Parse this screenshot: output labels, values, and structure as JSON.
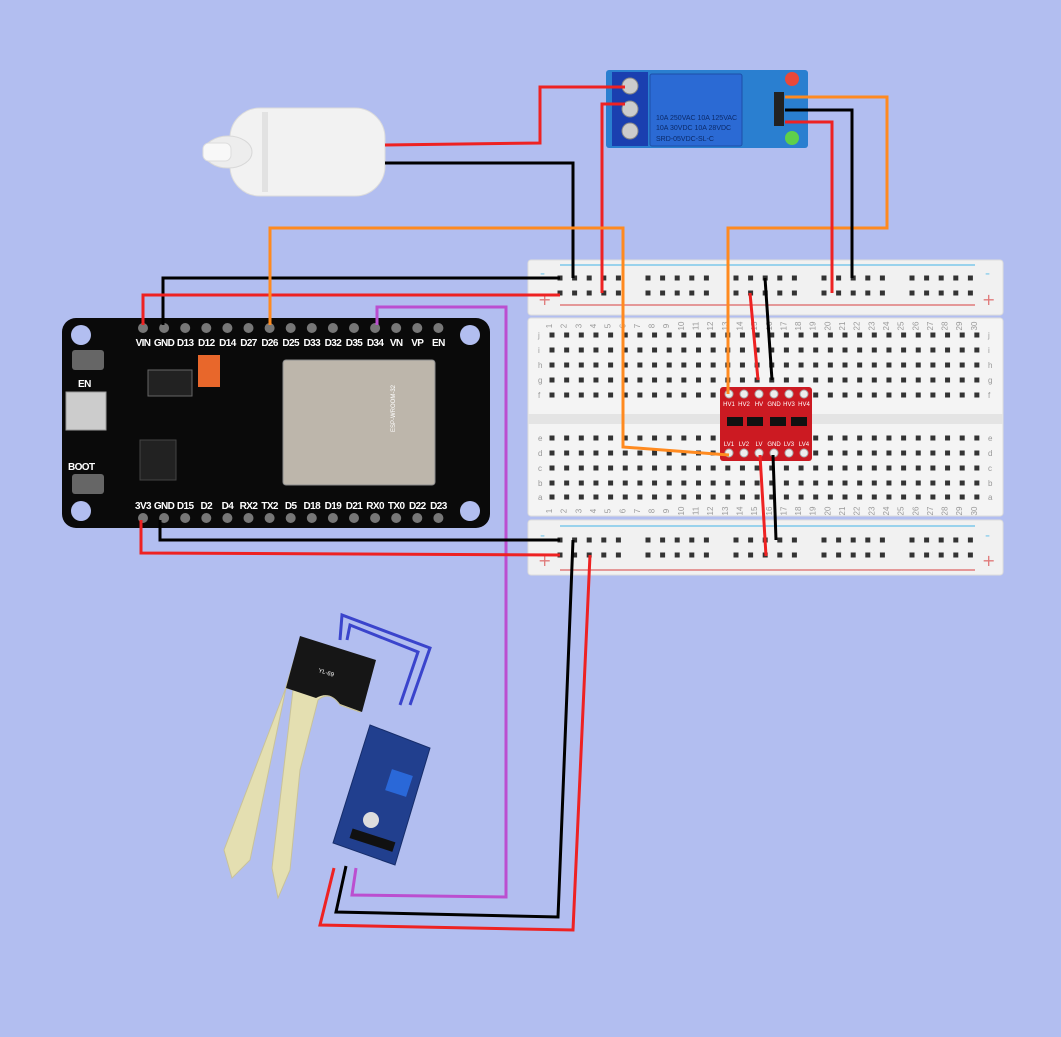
{
  "colors": {
    "background": "#b2bef0",
    "wire_red": "#ee2222",
    "wire_black": "#000000",
    "wire_orange": "#ff8a1f",
    "wire_purple": "#bb4fd0",
    "wire_blue": "#3a44cc",
    "esp32_board": "#0a0a0a",
    "relay_board": "#1f63c4",
    "level_shifter_board": "#cc1a22",
    "sensor_module_board": "#1f3f8a",
    "breadboard": "#f2f2f2"
  },
  "esp32": {
    "top_pins": [
      "VIN",
      "GND",
      "D13",
      "D12",
      "D14",
      "D27",
      "D26",
      "D25",
      "D33",
      "D32",
      "D35",
      "D34",
      "VN",
      "VP",
      "EN"
    ],
    "bottom_pins": [
      "3V3",
      "GND",
      "D15",
      "D2",
      "D4",
      "RX2",
      "TX2",
      "D5",
      "D18",
      "D19",
      "D21",
      "RX0",
      "TX0",
      "D22",
      "D23"
    ],
    "en_label": "EN",
    "boot_label": "BOOT",
    "module_label": "ESP-WROOM-32"
  },
  "relay": {
    "line1": "10A 250VAC  10A 125VAC",
    "line2": "10A  30VDC  10A  28VDC",
    "model": "SRD-05VDC-SL-C"
  },
  "level_shifter": {
    "hv_pins": [
      "HV1",
      "HV2",
      "HV",
      "GND",
      "HV3",
      "HV4"
    ],
    "lv_pins": [
      "LV1",
      "LV2",
      "LV",
      "GND",
      "LV3",
      "LV4"
    ]
  },
  "breadboard": {
    "columns": [
      "1",
      "2",
      "3",
      "4",
      "5",
      "6",
      "7",
      "8",
      "9",
      "10",
      "11",
      "12",
      "13",
      "14",
      "15",
      "16",
      "17",
      "18",
      "19",
      "20",
      "21",
      "22",
      "23",
      "24",
      "25",
      "26",
      "27",
      "28",
      "29",
      "30"
    ],
    "rows_top": [
      "j",
      "i",
      "h",
      "g",
      "f"
    ],
    "rows_bottom": [
      "e",
      "d",
      "c",
      "b",
      "a"
    ],
    "plus": "+",
    "minus": "-"
  },
  "moisture_probe": {
    "label": "YL-69"
  }
}
